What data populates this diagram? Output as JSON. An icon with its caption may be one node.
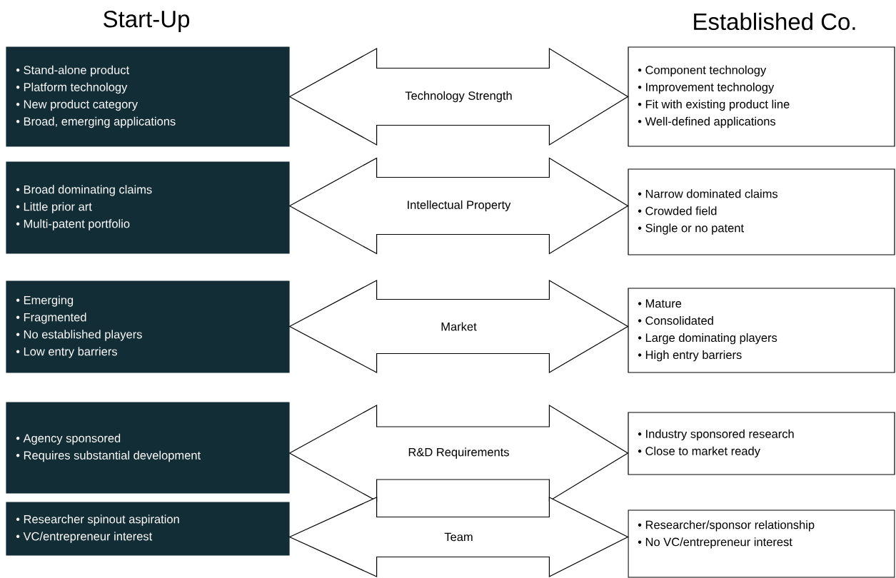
{
  "diagram": {
    "nodes": [
      {
        "text": [
          "• Stand-alone product",
          "• Platform technology",
          "• New product category",
          "• Broad, emerging applications"
        ]
      },
      {
        "text": [
          "• Component technology",
          "• Improvement technology",
          "• Fit with existing product line",
          "• Well-defined applications"
        ]
      },
      {
        "text": [
          "• Broad dominating claims",
          "• Little prior art",
          "• Multi-patent portfolio"
        ]
      },
      {
        "text": [
          "• Narrow dominated claims",
          "• Crowded field",
          "• Single or no patent"
        ]
      },
      {
        "text": [
          "• Emerging",
          "• Fragmented",
          "• No established players",
          "• Low entry barriers"
        ]
      },
      {
        "text": [
          "• Mature",
          "• Consolidated",
          "• Large dominating players",
          "• High entry barriers"
        ]
      },
      {
        "text": [
          "• Agency sponsored",
          "• Requires substantial development"
        ]
      },
      {
        "text": [
          "• Industry sponsored research",
          "• Close to market ready"
        ]
      },
      {
        "text": [
          "• Researcher spinout aspiration",
          "• VC/entrepreneur interest"
        ]
      },
      {
        "text": [
          "• Researcher/sponsor relationship",
          "• No VC/entrepreneur interest"
        ]
      }
    ],
    "edges": [
      {
        "from": 0,
        "to": 1,
        "arrow": "both",
        "label": "Technology Strength"
      },
      {
        "from": 2,
        "to": 3,
        "arrow": "both",
        "label": "Intellectual Property"
      },
      {
        "from": 4,
        "to": 5,
        "arrow": "both",
        "label": "Market"
      },
      {
        "from": 6,
        "to": 7,
        "arrow": "both",
        "label": "R&D Requirements"
      },
      {
        "from": 8,
        "to": 9,
        "arrow": "both",
        "label": "Team"
      }
    ],
    "labels": [
      "Start-Up",
      "Established Co."
    ]
  }
}
